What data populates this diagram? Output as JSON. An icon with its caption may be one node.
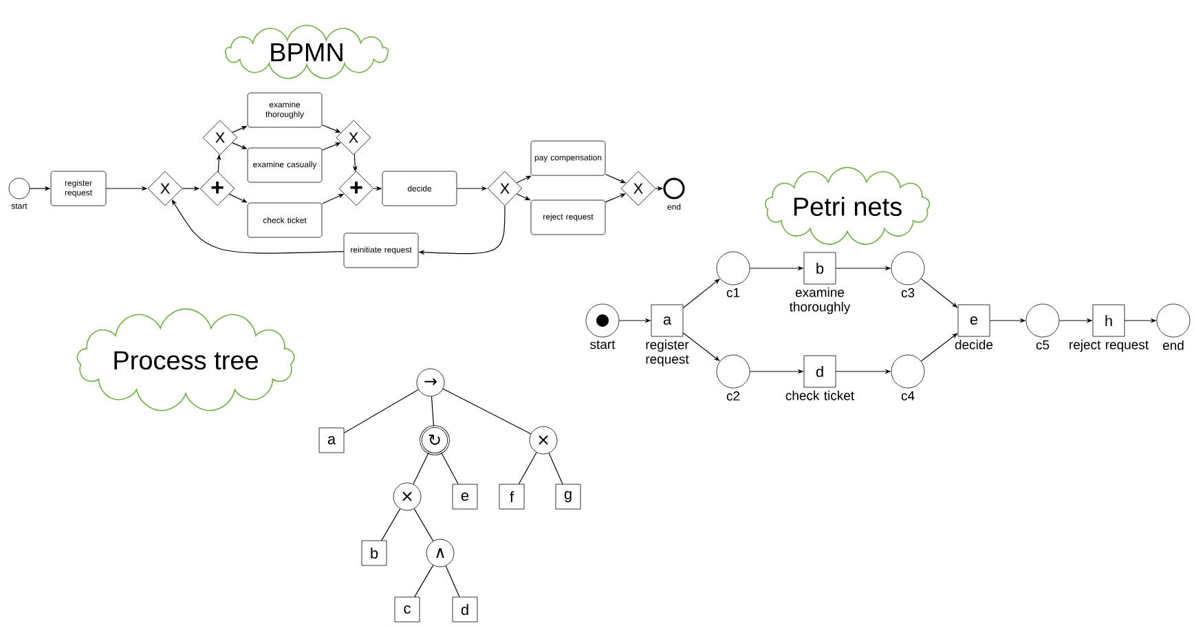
{
  "diagram": {
    "nodes": [
      {
        "text": [
          "BPMN"
        ]
      },
      {
        "text": [],
        "shape": "circle",
        "beside": [
          "start"
        ]
      },
      {
        "text": [
          "register request"
        ]
      },
      {
        "text": [
          "X"
        ]
      },
      {
        "text": [
          "+"
        ]
      },
      {
        "text": [
          "X"
        ]
      },
      {
        "text": [
          "examine thoroughly"
        ]
      },
      {
        "text": [
          "examine casually"
        ]
      },
      {
        "text": [
          "check ticket"
        ]
      },
      {
        "text": [
          "X"
        ]
      },
      {
        "text": [
          "+"
        ]
      },
      {
        "text": [
          "decide"
        ]
      },
      {
        "text": [
          "X"
        ]
      },
      {
        "text": [
          "pay compensation"
        ]
      },
      {
        "text": [
          "reject request"
        ]
      },
      {
        "text": [
          "X"
        ]
      },
      {
        "text": [],
        "shape": "circle",
        "beside": [
          "end"
        ]
      },
      {
        "text": [
          "reinitiate request"
        ]
      },
      {
        "text": [
          "Petri nets"
        ]
      },
      {
        "text": [],
        "shape": "circle",
        "beside": [
          "start"
        ]
      },
      {
        "text": [
          "a"
        ],
        "beside": [
          "register request"
        ]
      },
      {
        "text": [],
        "shape": "circle",
        "beside": [
          "c1"
        ]
      },
      {
        "text": [
          "b"
        ],
        "beside": [
          "examine thoroughly"
        ]
      },
      {
        "text": [],
        "shape": "circle",
        "beside": [
          "c3"
        ]
      },
      {
        "text": [],
        "shape": "circle",
        "beside": [
          "c2"
        ]
      },
      {
        "text": [
          "d"
        ],
        "beside": [
          "check ticket"
        ]
      },
      {
        "text": [],
        "shape": "circle",
        "beside": [
          "c4"
        ]
      },
      {
        "text": [
          "e"
        ],
        "beside": [
          "decide"
        ]
      },
      {
        "text": [],
        "shape": "circle",
        "beside": [
          "c5"
        ]
      },
      {
        "text": [
          "h"
        ],
        "beside": [
          "reject request"
        ]
      },
      {
        "text": [],
        "shape": "circle",
        "beside": [
          "end"
        ]
      },
      {
        "text": [
          "Process tree"
        ]
      },
      {
        "text": [
          "→"
        ]
      },
      {
        "text": [
          "a"
        ]
      },
      {
        "text": [
          "↻"
        ]
      },
      {
        "text": [
          "×"
        ]
      },
      {
        "text": [
          "e"
        ]
      },
      {
        "text": [
          "b"
        ]
      },
      {
        "text": [
          "∧"
        ]
      },
      {
        "text": [
          "c"
        ]
      },
      {
        "text": [
          "d"
        ]
      },
      {
        "text": [
          "×"
        ]
      },
      {
        "text": [
          "f"
        ]
      },
      {
        "text": [
          "g"
        ]
      }
    ],
    "edges": [
      {
        "from": 1,
        "to": 2,
        "arrow": "to"
      },
      {
        "from": 2,
        "to": 3,
        "arrow": "to"
      },
      {
        "from": 3,
        "to": 4,
        "arrow": "to"
      },
      {
        "from": 4,
        "to": 5,
        "arrow": "to"
      },
      {
        "from": 4,
        "to": 8,
        "arrow": "to"
      },
      {
        "from": 5,
        "to": 6,
        "arrow": "to"
      },
      {
        "from": 5,
        "to": 7,
        "arrow": "to"
      },
      {
        "from": 6,
        "to": 9,
        "arrow": "to"
      },
      {
        "from": 7,
        "to": 9,
        "arrow": "to"
      },
      {
        "from": 9,
        "to": 10,
        "arrow": "to"
      },
      {
        "from": 8,
        "to": 10,
        "arrow": "to"
      },
      {
        "from": 10,
        "to": 11,
        "arrow": "to"
      },
      {
        "from": 11,
        "to": 12,
        "arrow": "to"
      },
      {
        "from": 12,
        "to": 13,
        "arrow": "to"
      },
      {
        "from": 12,
        "to": 14,
        "arrow": "to"
      },
      {
        "from": 13,
        "to": 15,
        "arrow": "to"
      },
      {
        "from": 14,
        "to": 15,
        "arrow": "to"
      },
      {
        "from": 15,
        "to": 16,
        "arrow": "to"
      },
      {
        "from": 12,
        "to": 17,
        "arrow": "to"
      },
      {
        "from": 17,
        "to": 3,
        "arrow": "to"
      },
      {
        "from": 19,
        "to": 20,
        "arrow": "to"
      },
      {
        "from": 20,
        "to": 21,
        "arrow": "to"
      },
      {
        "from": 20,
        "to": 24,
        "arrow": "to"
      },
      {
        "from": 21,
        "to": 22,
        "arrow": "to"
      },
      {
        "from": 22,
        "to": 23,
        "arrow": "to"
      },
      {
        "from": 24,
        "to": 25,
        "arrow": "to"
      },
      {
        "from": 25,
        "to": 26,
        "arrow": "to"
      },
      {
        "from": 23,
        "to": 27,
        "arrow": "to"
      },
      {
        "from": 26,
        "to": 27,
        "arrow": "to"
      },
      {
        "from": 27,
        "to": 28,
        "arrow": "to"
      },
      {
        "from": 28,
        "to": 29,
        "arrow": "to"
      },
      {
        "from": 29,
        "to": 30,
        "arrow": "to"
      },
      {
        "from": 32,
        "to": 33,
        "arrow": "none"
      },
      {
        "from": 32,
        "to": 34,
        "arrow": "none"
      },
      {
        "from": 32,
        "to": 41,
        "arrow": "none"
      },
      {
        "from": 34,
        "to": 35,
        "arrow": "none"
      },
      {
        "from": 34,
        "to": 36,
        "arrow": "none"
      },
      {
        "from": 35,
        "to": 37,
        "arrow": "none"
      },
      {
        "from": 35,
        "to": 38,
        "arrow": "none"
      },
      {
        "from": 38,
        "to": 39,
        "arrow": "none"
      },
      {
        "from": 38,
        "to": 40,
        "arrow": "none"
      },
      {
        "from": 41,
        "to": 42,
        "arrow": "none"
      },
      {
        "from": 41,
        "to": 43,
        "arrow": "none"
      }
    ]
  }
}
